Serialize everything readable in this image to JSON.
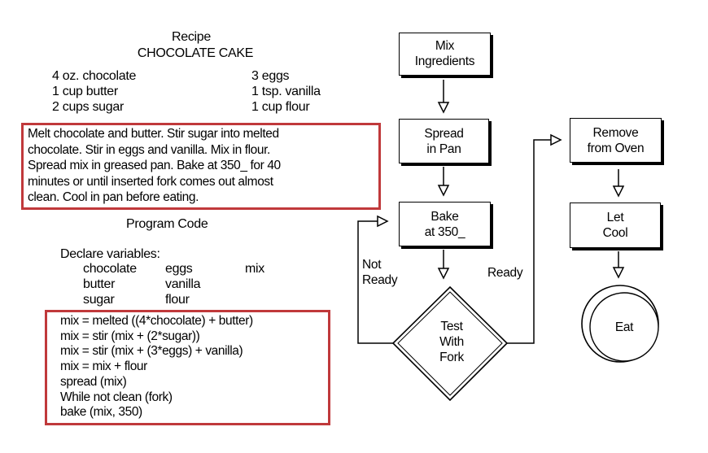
{
  "recipe": {
    "heading": "Recipe",
    "title": "CHOCOLATE CAKE",
    "ingredients_left": [
      "4 oz. chocolate",
      "1 cup butter",
      "2 cups sugar"
    ],
    "ingredients_right": [
      "3 eggs",
      "1 tsp. vanilla",
      "1 cup flour"
    ],
    "instructions": [
      "Melt chocolate and butter.  Stir sugar into melted",
      "chocolate. Stir in eggs and vanilla.  Mix in flour.",
      "Spread  mix in greased pan.  Bake at 350_ for 40",
      "minutes or until inserted fork comes out almost",
      "clean. Cool in pan before eating."
    ]
  },
  "program": {
    "heading": "Program Code",
    "declare": "Declare variables:",
    "vars_col1": [
      "chocolate",
      "butter",
      "sugar"
    ],
    "vars_col2": [
      "eggs",
      "vanilla",
      "flour"
    ],
    "vars_col3": [
      "mix"
    ],
    "code": [
      "mix = melted  ((4*chocolate) + butter)",
      "mix = stir (mix + (2*sugar))",
      "mix = stir (mix + (3*eggs) + vanilla)",
      "mix = mix + flour",
      "spread (mix)",
      "While not clean (fork)",
      "bake (mix, 350)"
    ]
  },
  "flowchart": {
    "mix": "Mix\nIngredients",
    "spread": "Spread\nin Pan",
    "bake": "Bake\nat 350_",
    "test": "Test\nWith\nFork",
    "not_ready": "Not\nReady",
    "ready": "Ready",
    "remove": "Remove\nfrom Oven",
    "cool": "Let\nCool",
    "eat": "Eat"
  },
  "colors": {
    "highlight_border": "#c0393b"
  }
}
